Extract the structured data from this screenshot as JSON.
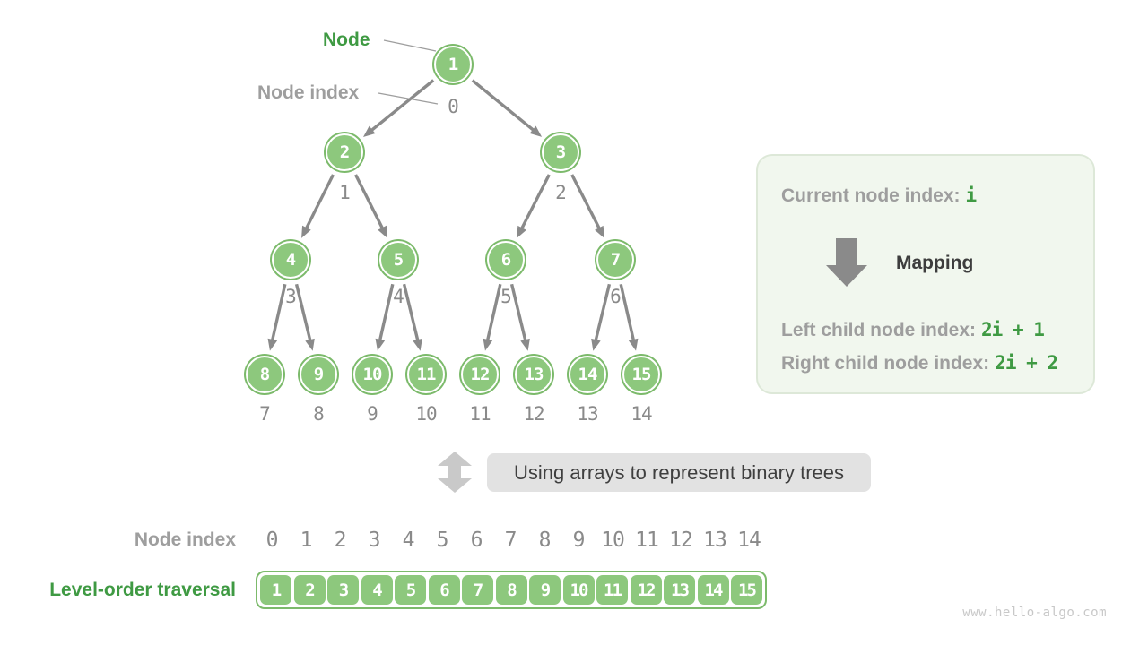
{
  "labels": {
    "node_pointer": "Node",
    "node_index_pointer": "Node index"
  },
  "tree": {
    "node_values": [
      1,
      2,
      3,
      4,
      5,
      6,
      7,
      8,
      9,
      10,
      11,
      12,
      13,
      14,
      15
    ],
    "index_values": [
      0,
      1,
      2,
      3,
      4,
      5,
      6,
      7,
      8,
      9,
      10,
      11,
      12,
      13,
      14
    ]
  },
  "info_box": {
    "current_label": "Current node index:",
    "current_value": "i",
    "mapping_label": "Mapping",
    "left_label": "Left child node index:",
    "left_value": "2i + 1",
    "right_label": "Right child node index:",
    "right_value": "2i + 2"
  },
  "banner": {
    "text": "Using arrays to represent binary trees"
  },
  "array_section": {
    "index_label": "Node index",
    "indices": [
      "0",
      "1",
      "2",
      "3",
      "4",
      "5",
      "6",
      "7",
      "8",
      "9",
      "10",
      "11",
      "12",
      "13",
      "14"
    ],
    "traversal_label": "Level-order traversal",
    "values": [
      "1",
      "2",
      "3",
      "4",
      "5",
      "6",
      "7",
      "8",
      "9",
      "10",
      "11",
      "12",
      "13",
      "14",
      "15"
    ]
  },
  "watermark": "www.hello-algo.com",
  "colors": {
    "node_fill": "#8dc87d",
    "node_ring": "#7cba6b",
    "text_green": "#3f9a43",
    "text_gray": "#9e9e9e",
    "arrow_gray": "#8a8a8a",
    "banner_bg": "#e2e2e2",
    "infobox_bg": "#f1f7ee",
    "infobox_border": "#dde8d8"
  }
}
